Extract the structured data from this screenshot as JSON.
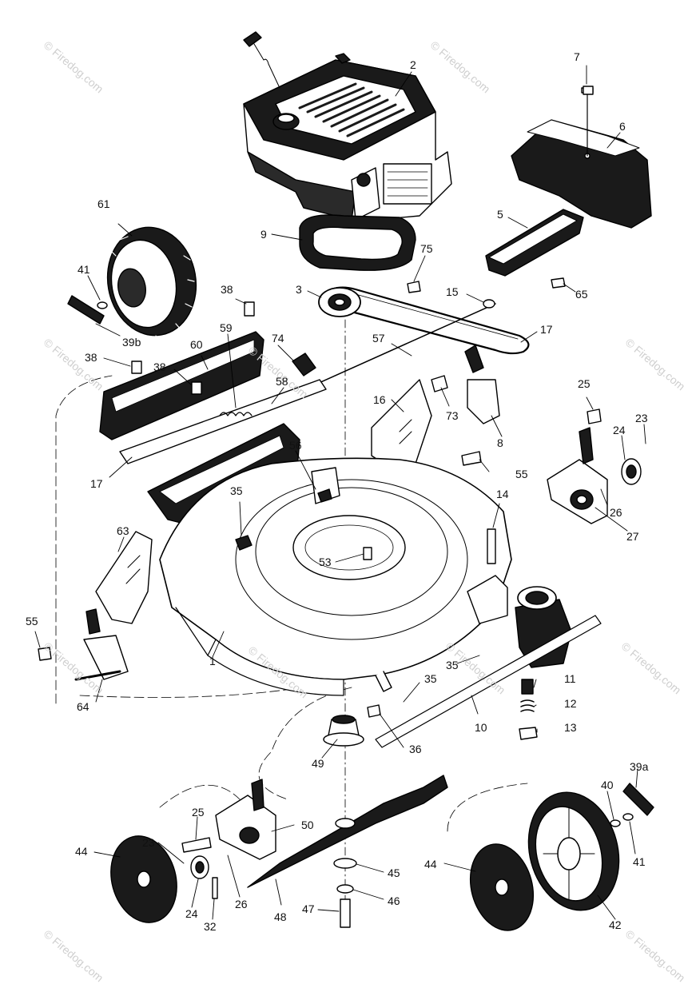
{
  "watermark": "© Firedog.com",
  "callouts": {
    "n1": "1",
    "n2": "2",
    "n3": "3",
    "n5": "5",
    "n6": "6",
    "n7": "7",
    "n8": "8",
    "n9": "9",
    "n10": "10",
    "n11": "11",
    "n12": "12",
    "n13": "13",
    "n14": "14",
    "n15": "15",
    "n16": "16",
    "n17a": "17",
    "n17b": "17",
    "n23a": "23",
    "n23b": "23",
    "n24a": "24",
    "n24b": "24",
    "n25a": "25",
    "n25b": "25",
    "n26a": "26",
    "n26b": "26",
    "n27": "27",
    "n32": "32",
    "n35a": "35",
    "n35b": "35",
    "n35c": "35",
    "n36": "36",
    "n38a": "38",
    "n38b": "38",
    "n38c": "38",
    "n39a": "39a",
    "n39b": "39b",
    "n40": "40",
    "n41a": "41",
    "n41b": "41",
    "n42": "42",
    "n44a": "44",
    "n44b": "44",
    "n45": "45",
    "n46": "46",
    "n47": "47",
    "n48": "48",
    "n49": "49",
    "n50": "50",
    "n53": "53",
    "n55a": "55",
    "n55b": "55",
    "n56": "56",
    "n57": "57",
    "n58": "58",
    "n59": "59",
    "n60": "60",
    "n61": "61",
    "n63": "63",
    "n64": "64",
    "n65": "65",
    "n73": "73",
    "n74": "74",
    "n75": "75"
  }
}
